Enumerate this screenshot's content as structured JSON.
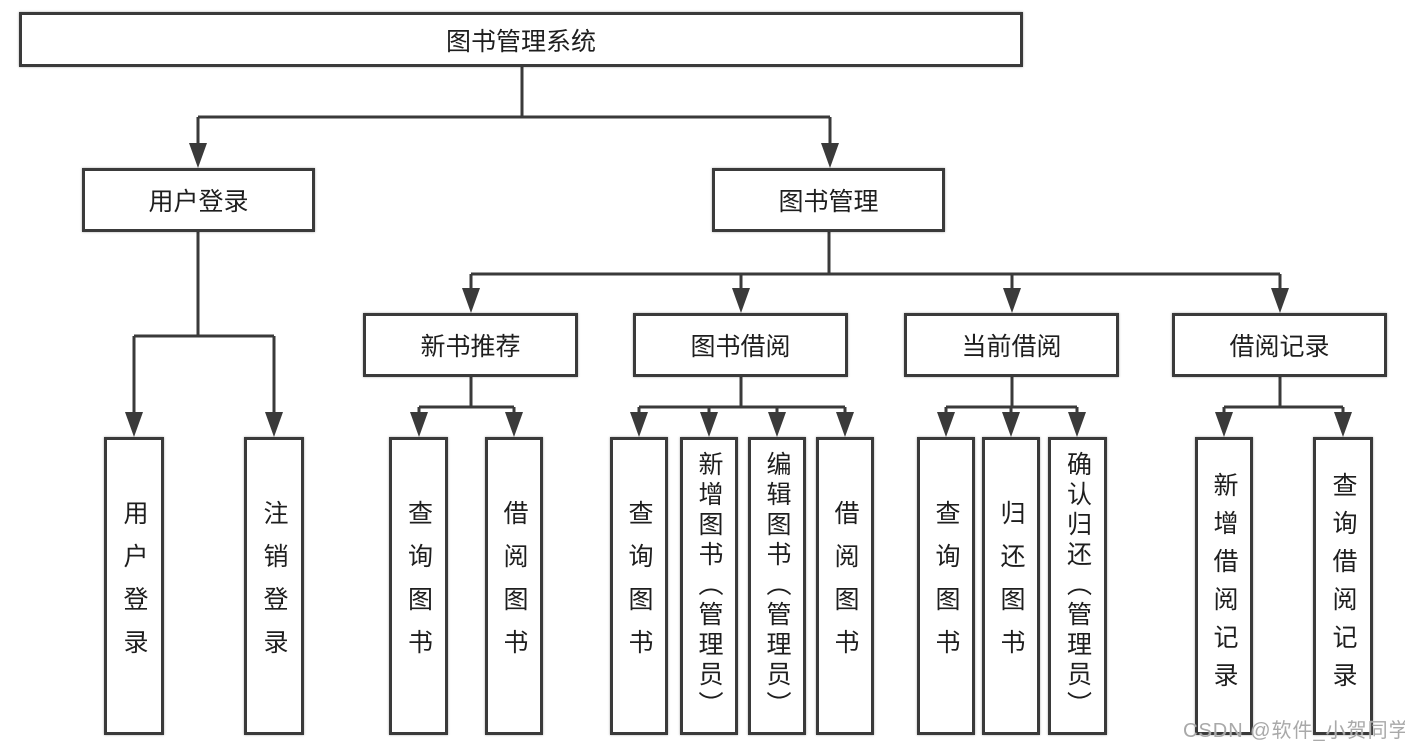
{
  "tree": {
    "root": "图书管理系统",
    "children": [
      {
        "label": "用户登录",
        "children": [
          {
            "label": "用户登录"
          },
          {
            "label": "注销登录"
          }
        ]
      },
      {
        "label": "图书管理",
        "children": [
          {
            "label": "新书推荐",
            "children": [
              {
                "label": "查询图书"
              },
              {
                "label": "借阅图书"
              }
            ]
          },
          {
            "label": "图书借阅",
            "children": [
              {
                "label": "查询图书"
              },
              {
                "label": "新增图书（管理员）"
              },
              {
                "label": "编辑图书（管理员）"
              },
              {
                "label": "借阅图书"
              }
            ]
          },
          {
            "label": "当前借阅",
            "children": [
              {
                "label": "查询图书"
              },
              {
                "label": "归还图书"
              },
              {
                "label": "确认归还（管理员）"
              }
            ]
          },
          {
            "label": "借阅记录",
            "children": [
              {
                "label": "新增借阅记录"
              },
              {
                "label": "查询借阅记录"
              }
            ]
          }
        ]
      }
    ]
  },
  "watermark": "CSDN @软件_小贺同学",
  "colors": {
    "line": "#3a3a3a",
    "box_border": "#3a3a3a",
    "box_fill": "#ffffff",
    "text": "#1e1e1e",
    "watermark": "#a9a9a9"
  }
}
